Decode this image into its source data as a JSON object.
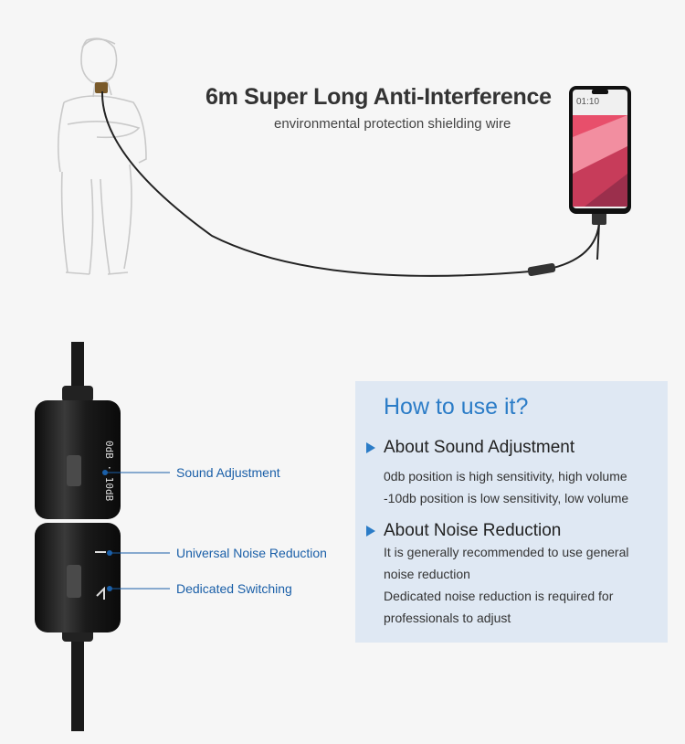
{
  "top": {
    "title": "6m Super Long Anti-Interference",
    "subtitle": "environmental protection shielding wire",
    "phone_time": "01:10"
  },
  "device": {
    "switch_marks": "0dB · 10dB"
  },
  "callouts": {
    "sound_adjustment": "Sound Adjustment",
    "universal_noise_reduction": "Universal Noise Reduction",
    "dedicated_switching": "Dedicated Switching"
  },
  "howto": {
    "title": "How to use it?",
    "sound": {
      "heading": "About Sound Adjustment",
      "line1": "0db position is high sensitivity, high volume",
      "line2": "-10db position is low sensitivity, low volume"
    },
    "noise": {
      "heading": "About Noise Reduction",
      "line1": "It is generally recommended to use general",
      "line2": "noise reduction",
      "line3": "Dedicated noise reduction is required for",
      "line4": "professionals to adjust"
    }
  },
  "colors": {
    "accent": "#2b7cc7",
    "label": "#1a5fa8",
    "panel": "#dfe8f3"
  }
}
